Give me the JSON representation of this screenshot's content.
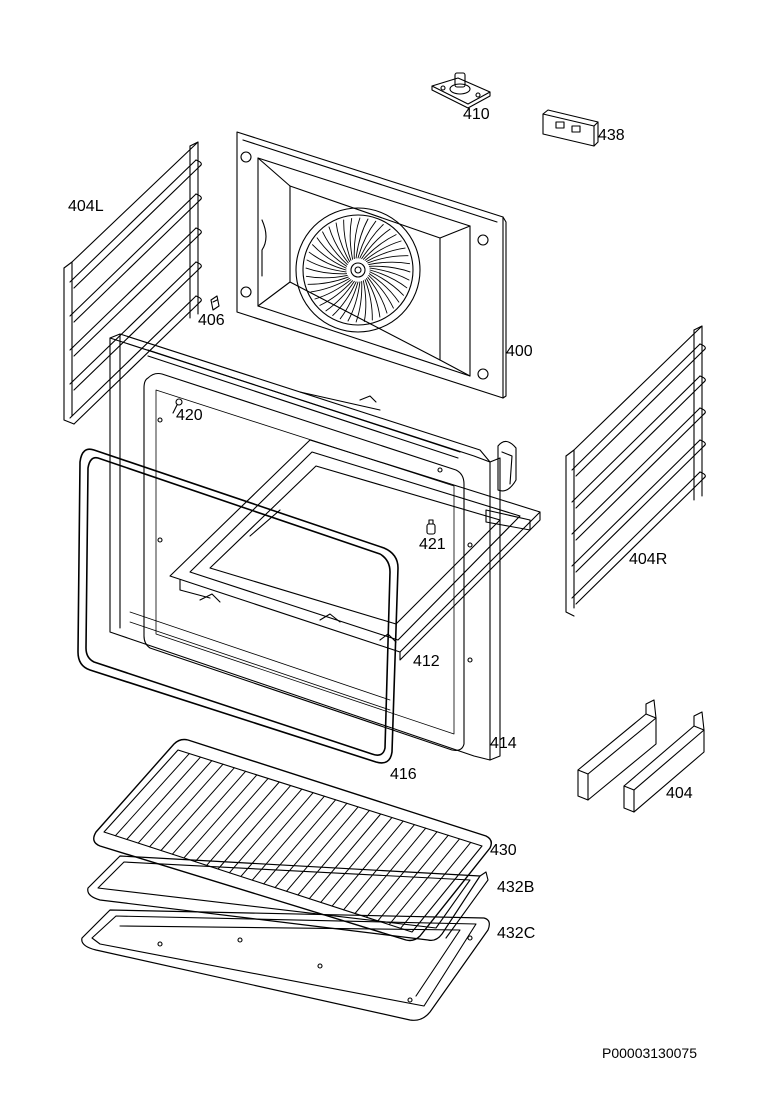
{
  "diagram": {
    "document_id": "P00003130075",
    "parts": [
      {
        "id": "p410",
        "label": "410"
      },
      {
        "id": "p438",
        "label": "438"
      },
      {
        "id": "p404L",
        "label": "404L"
      },
      {
        "id": "p406",
        "label": "406"
      },
      {
        "id": "p400",
        "label": "400"
      },
      {
        "id": "p420",
        "label": "420"
      },
      {
        "id": "p421",
        "label": "421"
      },
      {
        "id": "p404R",
        "label": "404R"
      },
      {
        "id": "p412",
        "label": "412"
      },
      {
        "id": "p414",
        "label": "414"
      },
      {
        "id": "p416",
        "label": "416"
      },
      {
        "id": "p404",
        "label": "404"
      },
      {
        "id": "p430",
        "label": "430"
      },
      {
        "id": "p432B",
        "label": "432B"
      },
      {
        "id": "p432C",
        "label": "432C"
      }
    ]
  },
  "colors": {
    "line": "#000000",
    "background": "#ffffff",
    "shade": "#d8d8d8"
  }
}
